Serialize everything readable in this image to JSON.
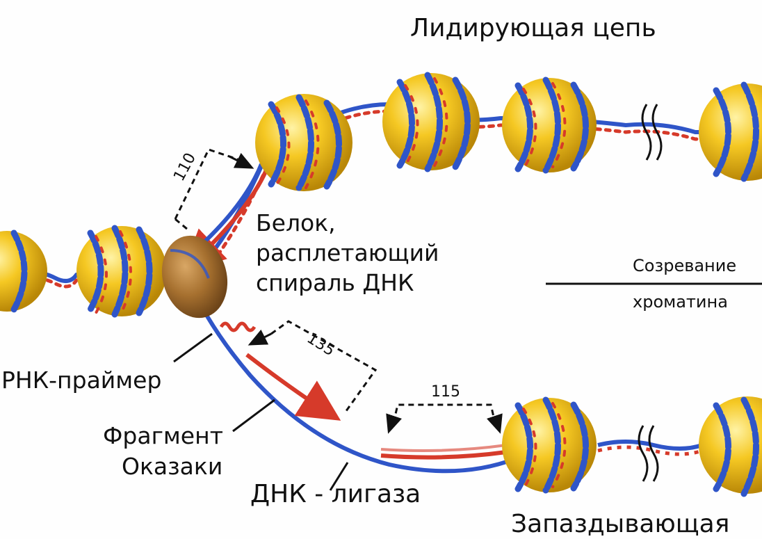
{
  "labels": {
    "leading_strand": "Лидирующая цепь",
    "lagging_strand": "Запаздывающая",
    "helicase_line1": "Белок,",
    "helicase_line2": "расплетающий",
    "helicase_line3": "спираль ДНК",
    "maturation_line1": "Созревание",
    "maturation_line2": "хроматина",
    "rna_primer": "РНК-праймер",
    "okazaki_line1": "Фрагмент",
    "okazaki_line2": "Оказаки",
    "ligase": "ДНК - лигаза"
  },
  "distances": {
    "d110": "110",
    "d135": "135",
    "d115": "115"
  },
  "colors": {
    "nucleosome": "#f2c51a",
    "nucleosome_shadow": "#c99a10",
    "helicase": "#a87232",
    "dna_blue": "#2f55c8",
    "dna_red": "#d63a2a",
    "text": "#111111"
  }
}
